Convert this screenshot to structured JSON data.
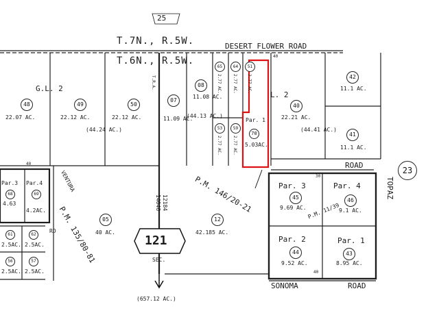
{
  "township": {
    "north": "T.7N., R.5W.",
    "south": "T.6N., R.5W.",
    "section_top": "25",
    "section_number": "121",
    "section_label": "SEC.",
    "bottom_note": "(657.12 AC.)"
  },
  "roads": {
    "desert_flower": "DESERT FLOWER ROAD",
    "ventura": "VENTURA",
    "rd": "RD",
    "road_right": "ROAD",
    "topaz": "TOPAZ",
    "sonoma": "SONOMA",
    "sonoma_road": "ROAD",
    "tra": "T.R.A.",
    "pm_ventura": "P.M. 135/80-81",
    "pm_center": "P.M. 146/20-21",
    "pm_right": "P.M. 11/39",
    "route_23": "23"
  },
  "labels": {
    "gl_left": "G.L. 2",
    "gl_right": "L. 2",
    "measure_12184": "12184",
    "measure_14046": "14046",
    "dim_40": "40",
    "dim_30": "30",
    "dim_40b": "40",
    "dim_40c": "40"
  },
  "parcels_top": [
    {
      "num": "48",
      "area": "22.07 AC."
    },
    {
      "num": "49",
      "area": "22.12 AC."
    },
    {
      "num": "50",
      "area": "22.12 AC."
    },
    {
      "num": "07",
      "area": "11.09 AC."
    },
    {
      "num": "08",
      "area": "11.08 AC."
    },
    {
      "num": "40",
      "area": "22.21 AC."
    },
    {
      "num": "42",
      "area": "11.1 AC."
    },
    {
      "num": "41",
      "area": "11.1 AC."
    }
  ],
  "combined": {
    "left": "(44.24 AC.)",
    "mid": "(44.13 AC.)",
    "right": "(44.41 AC.)"
  },
  "strip_parcels": [
    {
      "num": "65",
      "area": "2.77 AC."
    },
    {
      "num": "64",
      "area": "2.77 AC."
    },
    {
      "num": "51",
      "area": "2.77 AC."
    },
    {
      "num": "53",
      "area": "2.77 AC."
    },
    {
      "num": "59",
      "area": "2.77 AC."
    }
  ],
  "highlight": {
    "par": "Par. 1",
    "num": "70",
    "area": "5.03AC."
  },
  "center": [
    {
      "num": "05",
      "area": "40 AC."
    },
    {
      "num": "12",
      "area": "42.185 AC."
    }
  ],
  "left_pars": [
    {
      "par": "Par.3",
      "num": "68",
      "area": "4.63"
    },
    {
      "par": "Par.4",
      "num": "69",
      "area": "4.2AC."
    },
    {
      "num": "61",
      "area": "2.5AC."
    },
    {
      "num": "62",
      "area": "2.5AC."
    },
    {
      "num": "56",
      "area": "2.5AC."
    },
    {
      "num": "57",
      "area": "2.5AC."
    }
  ],
  "right_pars": [
    {
      "par": "Par. 3",
      "num": "45",
      "area": "9.69 AC."
    },
    {
      "par": "Par. 4",
      "num": "46",
      "area": "9.1 AC."
    },
    {
      "par": "Par. 2",
      "num": "44",
      "area": "9.52 AC."
    },
    {
      "par": "Par. 1",
      "num": "43",
      "area": "8.95 AC."
    }
  ]
}
